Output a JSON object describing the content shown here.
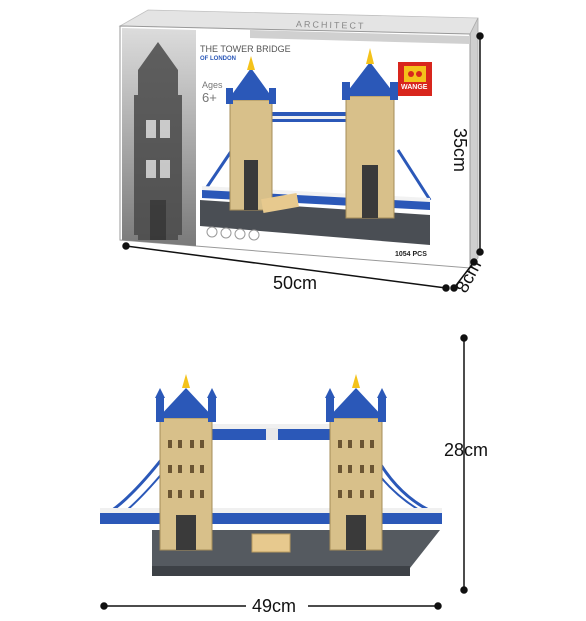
{
  "box": {
    "brand_top": "ARCHITECT",
    "title": "THE TOWER BRIDGE",
    "subtitle": "OF LONDON",
    "ages_label": "Ages",
    "ages_value": "6+",
    "logo_text": "WANGE",
    "pieces": "1054 PCS"
  },
  "dimensions": {
    "box_height": "35cm",
    "box_width": "50cm",
    "box_depth": "8cm",
    "model_height": "28cm",
    "model_width": "49cm"
  },
  "colors": {
    "blue": "#2b58b8",
    "sand": "#d8c08a",
    "baseplate": "#555a60"
  }
}
